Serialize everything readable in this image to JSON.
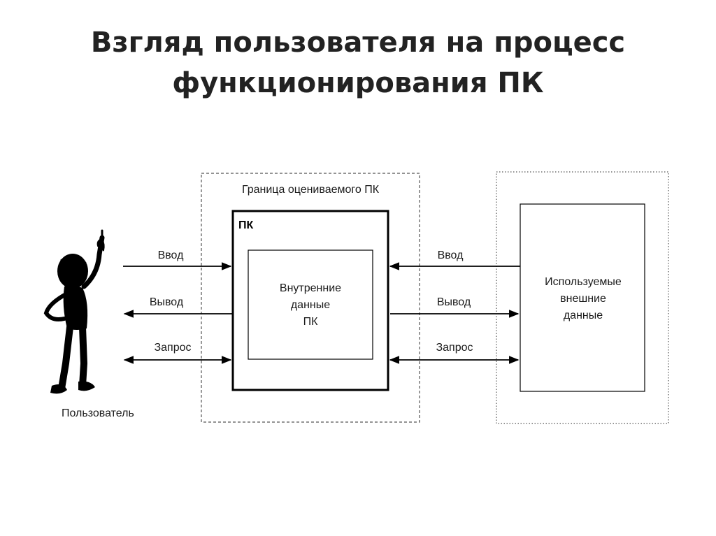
{
  "title": {
    "line1": "Взгляд пользователя на процесс",
    "line2": "функционирования ПК"
  },
  "diagram": {
    "boundary_label": "Граница оцениваемого ПК",
    "pc_label": "ПК",
    "internal_data": [
      "Внутренние",
      "данные",
      "ПК"
    ],
    "external_data": [
      "Используемые",
      "внешние",
      "данные"
    ],
    "user_label": "Пользователь",
    "left_arrows": [
      "Ввод",
      "Вывод",
      "Запрос"
    ],
    "right_arrows": [
      "Ввод",
      "Вывод",
      "Запрос"
    ]
  },
  "colors": {
    "stroke": "#000000",
    "boundary_dash": "#555555",
    "user_figure": "#000000"
  }
}
